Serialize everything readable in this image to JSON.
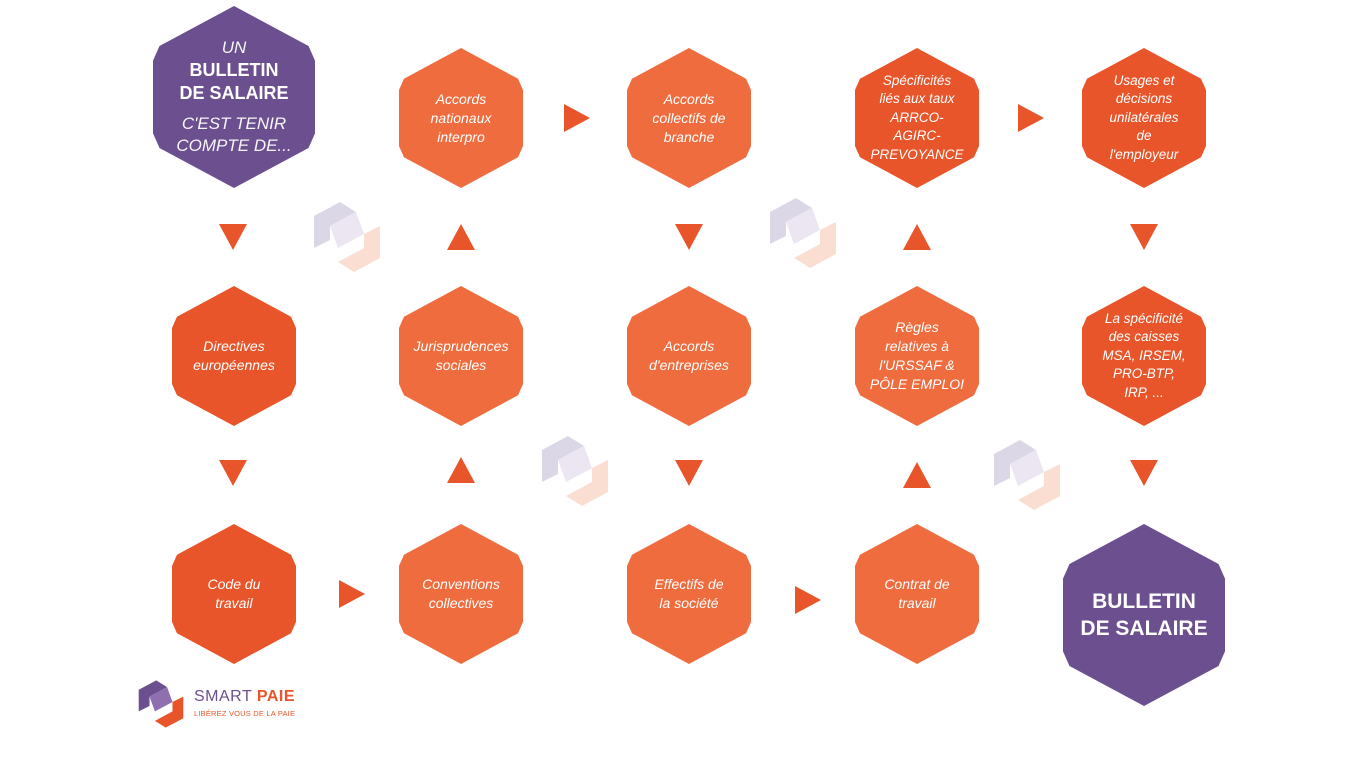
{
  "colors": {
    "orange_dark": "#e8552a",
    "orange_light": "#ee6c3e",
    "purple": "#6b4f8f",
    "arrow": "#e8552a",
    "watermark_purple": "#9a8fb8",
    "watermark_orange": "#f0a27e"
  },
  "start": {
    "line1": "UN",
    "line2": "BULLETIN",
    "line3": "DE SALAIRE",
    "line4": "C'EST TENIR",
    "line5": "COMPTE DE..."
  },
  "nodes": {
    "accords_nationaux": {
      "lines": [
        "Accords",
        "nationaux",
        "interpro"
      ]
    },
    "accords_collectifs": {
      "lines": [
        "Accords",
        "collectifs de",
        "branche"
      ]
    },
    "specificites_taux": {
      "lines": [
        "Spécificités",
        "liés aux taux",
        "ARRCO-",
        "AGIRC-",
        "PREVOYANCE"
      ]
    },
    "usages_decisions": {
      "lines": [
        "Usages et",
        "décisions",
        "unilatérales",
        "de",
        "l'employeur"
      ]
    },
    "directives": {
      "lines": [
        "Directives",
        "européennes"
      ]
    },
    "jurisprudences": {
      "lines": [
        "Jurisprudences",
        "sociales"
      ]
    },
    "accords_entreprises": {
      "lines": [
        "Accords",
        "d'entreprises"
      ]
    },
    "regles_urssaf": {
      "lines": [
        "Règles",
        "relatives à",
        "l'URSSAF &",
        "PÔLE EMPLOI"
      ]
    },
    "specificite_caisses": {
      "lines": [
        "La spécificité",
        "des caisses",
        "MSA, IRSEM,",
        "PRO-BTP,",
        "IRP, ..."
      ]
    },
    "code_travail": {
      "lines": [
        "Code du",
        "travail"
      ]
    },
    "conventions": {
      "lines": [
        "Conventions",
        "collectives"
      ]
    },
    "effectifs": {
      "lines": [
        "Effectifs de",
        "la société"
      ]
    },
    "contrat": {
      "lines": [
        "Contrat de",
        "travail"
      ]
    }
  },
  "end": {
    "line1": "BULLETIN",
    "line2": "DE SALAIRE"
  },
  "logo": {
    "name_part1": "SMART ",
    "name_part2": "PAIE",
    "tagline": "LIBÉREZ VOUS DE LA PAIE",
    "icon": "smart-paie-logo-icon"
  }
}
